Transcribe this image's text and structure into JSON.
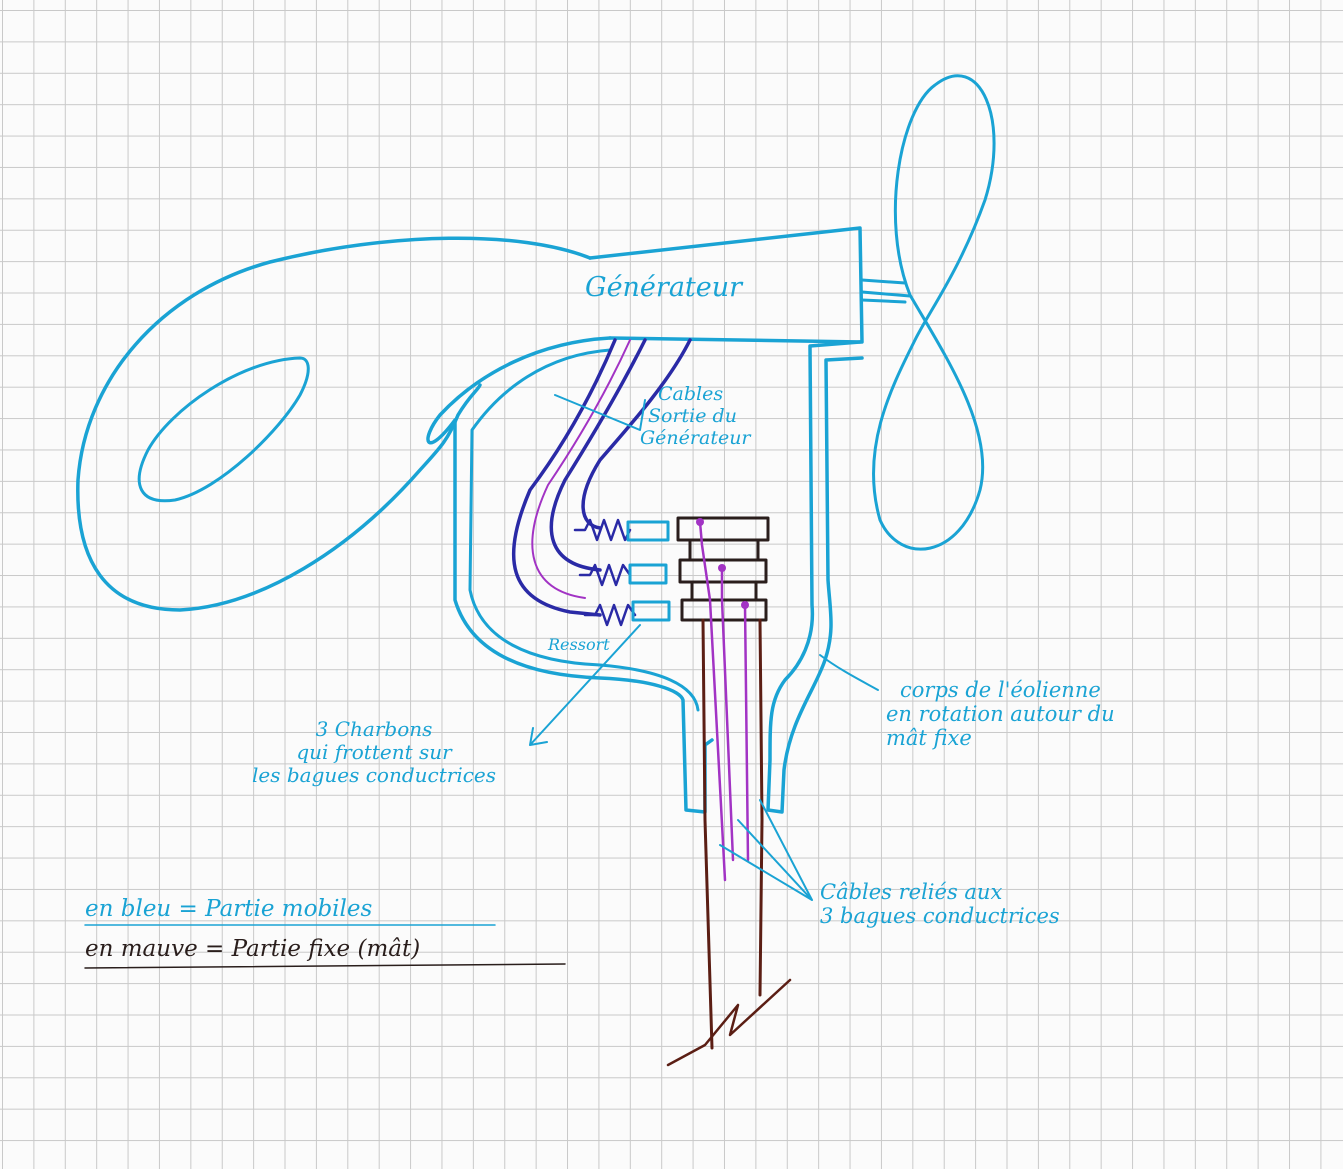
{
  "colors": {
    "mobile_blue": "#1aa3d4",
    "cable_indigo": "#2a2aa6",
    "fixed_mauve": "#a233c4",
    "mast_brown": "#5b1e14",
    "ink_dark": "#2a1e1c",
    "grid": "#c9c9c9"
  },
  "labels": {
    "generator": "Générateur",
    "cables_exit": [
      "Cables",
      "Sortie du",
      "Générateur"
    ],
    "spring": "Ressort",
    "brushes": [
      "3 Charbons",
      "qui frottent sur",
      "les bagues conductrices"
    ],
    "body": [
      "corps de l'éolienne",
      "en rotation autour du",
      "mât fixe"
    ],
    "ring_cables": [
      "Câbles reliés aux",
      "3 bagues conductrices"
    ],
    "legend_blue": "en bleu = Partie mobiles",
    "legend_mauve": "en mauve = Partie fixe (mât)"
  }
}
